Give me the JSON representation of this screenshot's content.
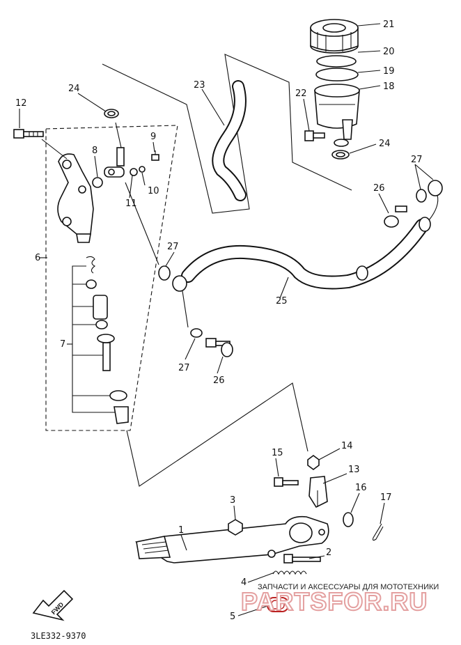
{
  "diagram": {
    "callouts": [
      "1",
      "2",
      "3",
      "4",
      "5",
      "6",
      "7",
      "8",
      "9",
      "10",
      "11",
      "12",
      "13",
      "14",
      "15",
      "16",
      "17",
      "18",
      "19",
      "20",
      "21",
      "22",
      "23",
      "24",
      "24",
      "25",
      "26",
      "26",
      "27",
      "27",
      "27"
    ],
    "drawing_code": "3LE332-9370",
    "front_arrow_label": "FWD",
    "watermark": {
      "tagline": "ЗАПЧАСТИ И АКСЕССУАРЫ ДЛЯ МОТОТЕХНИКИ",
      "logo_text": "PARTSFOR.RU"
    }
  }
}
